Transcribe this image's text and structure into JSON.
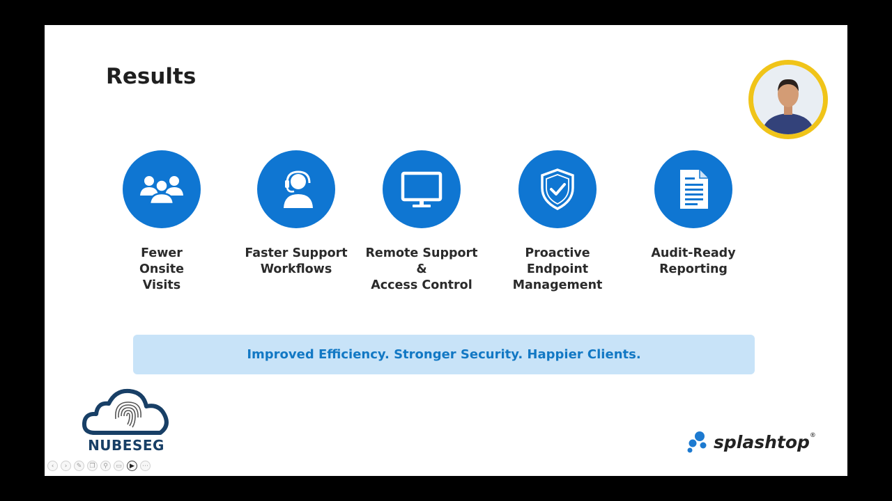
{
  "slide": {
    "title": "Results",
    "features": [
      {
        "label": "Fewer\nOnsite\nVisits",
        "icon": "users-group-icon"
      },
      {
        "label": "Faster Support\nWorkflows",
        "icon": "headset-agent-icon"
      },
      {
        "label": "Remote Support\n&\nAccess Control",
        "icon": "monitor-icon"
      },
      {
        "label": "Proactive\nEndpoint\nManagement",
        "icon": "shield-check-icon"
      },
      {
        "label": "Audit-Ready\nReporting",
        "icon": "document-icon"
      }
    ],
    "banner": "Improved Efficiency. Stronger Security. Happier Clients.",
    "logo_left": "NUBESEG",
    "logo_right": "splashtop",
    "logo_right_mark": "®"
  },
  "colors": {
    "icon_circle": "#0f76d2",
    "banner_bg": "#c8e3f8",
    "banner_text": "#1278c4",
    "presenter_ring": "#f0c419"
  },
  "controls": [
    "prev-icon",
    "next-icon",
    "pen-icon",
    "copy-icon",
    "zoom-icon",
    "subtitles-icon",
    "camera-icon",
    "more-icon"
  ]
}
